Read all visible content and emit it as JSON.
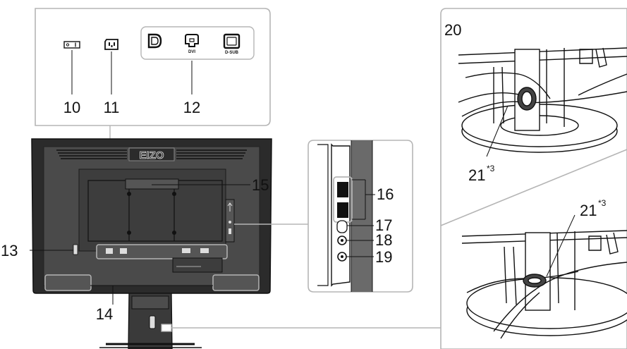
{
  "callouts": {
    "c10": "10",
    "c11": "11",
    "c12": "12",
    "c13": "13",
    "c14": "14",
    "c15": "15",
    "c16": "16",
    "c17": "17",
    "c18": "18",
    "c19": "19",
    "c20": "20",
    "c21a": "21",
    "c21b": "21"
  },
  "footnote": "*3",
  "port_labels": {
    "dvi": "DVI",
    "dsub": "D-SUB"
  },
  "logo": "EIZO",
  "icons": {
    "power": "power-switch-icon",
    "ac": "ac-inlet-icon",
    "dp": "displayport-icon",
    "dvi": "dvi-port-icon",
    "dsub": "dsub-port-icon"
  },
  "colors": {
    "line": "#111111",
    "panel": "#3a3a3a",
    "frame": "#b5b5b5",
    "stroke": "#8a8a8a"
  }
}
